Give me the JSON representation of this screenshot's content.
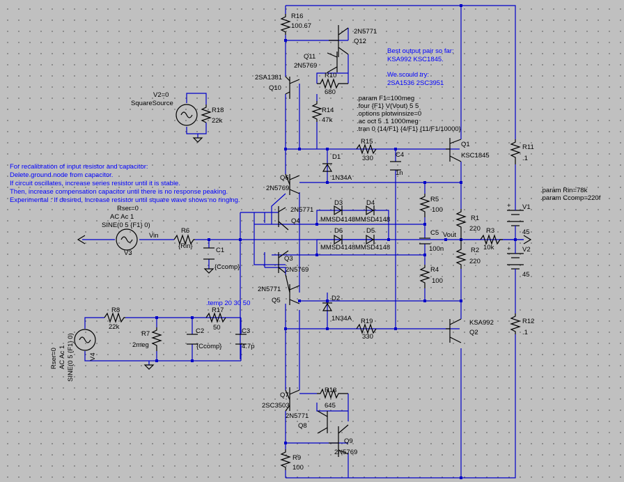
{
  "colors": {
    "background": "#c0c0c0",
    "wire": "#0000c8",
    "component": "#000000",
    "note": "#0000ff"
  },
  "notes": {
    "best_pair_1": "Best output pair so far:",
    "best_pair_2": "KSA992 KSC1845.",
    "try_1": "We scould try:",
    "try_2": "2SA1536 2SC3951",
    "recal_1": "For recalibration of input resistor and capacitor:",
    "recal_2": "Delete ground node from capacitor.",
    "recal_3": "If circuit oscillates, increase series resistor until it is stable.",
    "recal_4": "Then, increase compensation capacitor until there is no response peaking.",
    "recal_5": "Experimental : If desired, increase resistor until square wave shows no ringing."
  },
  "directives": {
    "d1": ".param F1=100meg",
    "d2": ".four {F1} V(Vout) 5 5",
    "d3": ".options plotwinsize=0",
    "d4": ".ac oct 5 .1 1000meg",
    "d5": ".tran 0 {14/F1} {4/F1} {11/F1/10000}",
    "p1": ".param Rin=78k",
    "p2": ".param Ccomp=220f",
    "temp": ".temp 20 30 50"
  },
  "labels": {
    "r16": "R16",
    "r16v": "100.67",
    "q12t": "2N5771",
    "q12": "Q12",
    "q11": "Q11",
    "q11t": "2N5769",
    "r10": "R10",
    "r10v": "680",
    "q10t": "2SA1381",
    "q10": "Q10",
    "r14": "R14",
    "r14v": "47k",
    "sqsrc": "SquareSource",
    "sqtop": "V2=0",
    "r18": "R18",
    "r18v": "22k",
    "r15": "R15",
    "r15v": "330",
    "c4": "C4",
    "c4v": "1n",
    "q1": "Q1",
    "q1t": "KSC1845",
    "r11": "R11",
    "r11v": ".1",
    "d1": "D1",
    "d1t": "1N34A",
    "q6": "Q6",
    "q6t": "2N5769",
    "r5": "R5",
    "r5v": "100",
    "v1": "V1",
    "v1v": "45",
    "v2": "V2",
    "v2v": "45",
    "d3": "D3",
    "d4": "D4",
    "d5": "D5",
    "d6": "D6",
    "dpart1": "MMSD4148",
    "dpart2": "MMSD4148",
    "dpart3": "MMSD4148",
    "dpart4": "MMSD4148",
    "q4t": "2N5771",
    "q4": "Q4",
    "c5": "C5",
    "c5v": "100n",
    "vout": "Vout",
    "r1": "R1",
    "r1v": "220",
    "r3": "R3",
    "r3v": "10k",
    "r2": "R2",
    "r2v": "220",
    "v3src1": "Rser=0",
    "v3src2": "AC Ac 1",
    "v3src3": "SINE(0 5 {F1} 0)",
    "v3": "V3",
    "vin": "Vin",
    "r6": "R6",
    "r6v": "{Rin}",
    "c1": "C1",
    "c1v": "{Ccomp}",
    "q3": "Q3",
    "q3t": "2N5769",
    "r4": "R4",
    "r4v": "100",
    "q5t": "2N5771",
    "q5": "Q5",
    "d2": "D2",
    "d2t": "1N34A",
    "r8": "R8",
    "r8v": "22k",
    "r7": "R7",
    "r7v": "2meg",
    "r17": "R17",
    "r17v": "50",
    "c2": "C2",
    "c2v": "{Ccomp}",
    "c3": "C3",
    "c3v": "4.7p",
    "v4": "V4",
    "v4src1": "Rser=0",
    "v4src2": "AC Ac 1",
    "v4src3": "SINE(0 5 {F1} 0)",
    "r19": "R19",
    "r19v": "330",
    "q2t": "KSA992",
    "q2": "Q2",
    "r12": "R12",
    "r12v": ".1",
    "q7": "Q7",
    "q7t": "2SC3503",
    "r13": "R13",
    "r13v": "645",
    "q8t": "2N5771",
    "q8": "Q8",
    "q9b": "Q9",
    "q9bt": "2N5769",
    "r9": "R9",
    "r9v": "100"
  }
}
